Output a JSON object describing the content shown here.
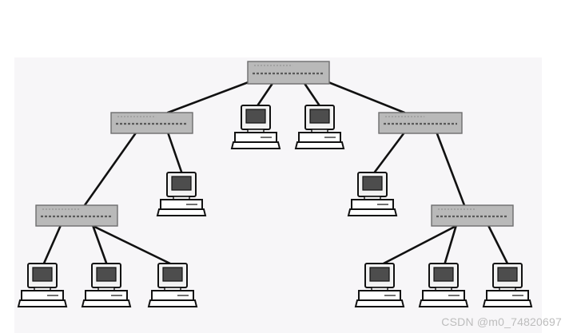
{
  "diagram": {
    "type": "tree-network-topology",
    "colors": {
      "background": "#f7f6f8",
      "hub_fill": "#b9b9b9",
      "hub_stroke": "#6e6e6e",
      "link": "#111111",
      "monitor_screen": "#4d4d4d"
    },
    "hubs": [
      {
        "id": "hub-root",
        "level": 0
      },
      {
        "id": "hub-left",
        "level": 1
      },
      {
        "id": "hub-right",
        "level": 1
      },
      {
        "id": "hub-left-bottom",
        "level": 2
      },
      {
        "id": "hub-right-bottom",
        "level": 2
      }
    ],
    "computers": [
      {
        "id": "pc-root-1",
        "parent": "hub-root"
      },
      {
        "id": "pc-root-2",
        "parent": "hub-root"
      },
      {
        "id": "pc-left-1",
        "parent": "hub-left"
      },
      {
        "id": "pc-right-1",
        "parent": "hub-right"
      },
      {
        "id": "pc-lb-1",
        "parent": "hub-left-bottom"
      },
      {
        "id": "pc-lb-2",
        "parent": "hub-left-bottom"
      },
      {
        "id": "pc-lb-3",
        "parent": "hub-left-bottom"
      },
      {
        "id": "pc-rb-1",
        "parent": "hub-right-bottom"
      },
      {
        "id": "pc-rb-2",
        "parent": "hub-right-bottom"
      },
      {
        "id": "pc-rb-3",
        "parent": "hub-right-bottom"
      }
    ],
    "links": [
      [
        "hub-root",
        "hub-left"
      ],
      [
        "hub-root",
        "hub-right"
      ],
      [
        "hub-root",
        "pc-root-1"
      ],
      [
        "hub-root",
        "pc-root-2"
      ],
      [
        "hub-left",
        "pc-left-1"
      ],
      [
        "hub-left",
        "hub-left-bottom"
      ],
      [
        "hub-right",
        "pc-right-1"
      ],
      [
        "hub-right",
        "hub-right-bottom"
      ],
      [
        "hub-left-bottom",
        "pc-lb-1"
      ],
      [
        "hub-left-bottom",
        "pc-lb-2"
      ],
      [
        "hub-left-bottom",
        "pc-lb-3"
      ],
      [
        "hub-right-bottom",
        "pc-rb-1"
      ],
      [
        "hub-right-bottom",
        "pc-rb-2"
      ],
      [
        "hub-right-bottom",
        "pc-rb-3"
      ]
    ]
  },
  "watermark": "CSDN @m0_74820697"
}
